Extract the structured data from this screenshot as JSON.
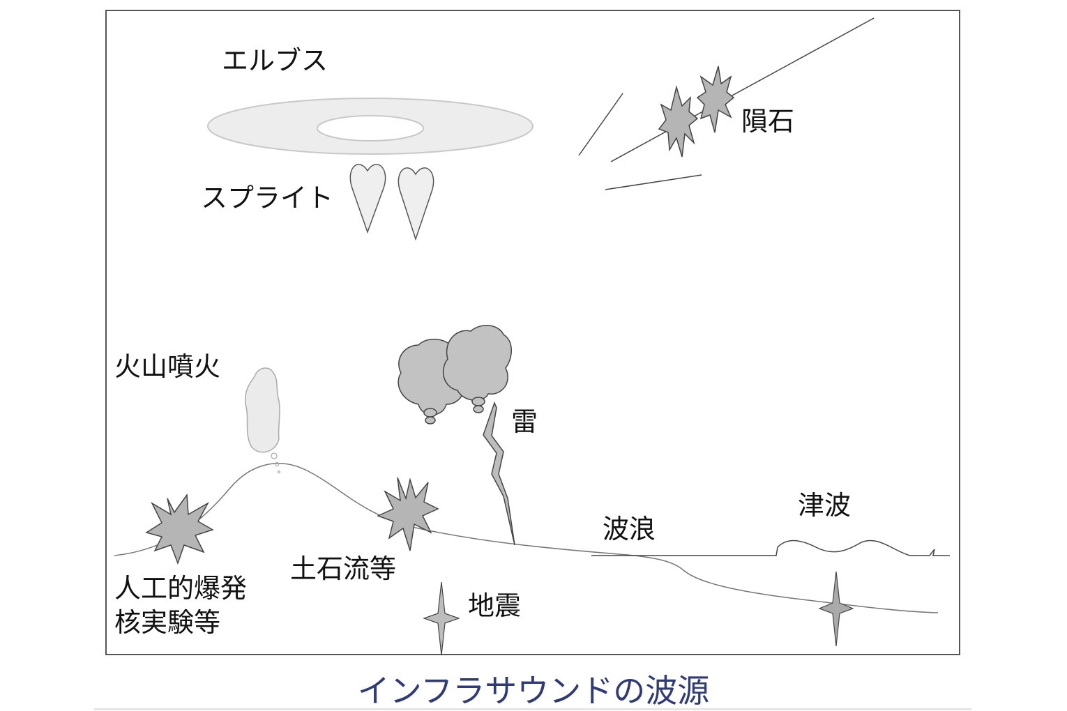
{
  "labels": {
    "elves": "エルブス",
    "sprite": "スプライト",
    "meteor": "隕石",
    "volcano": "火山噴火",
    "thunder": "雷",
    "tsunami": "津波",
    "ocean_waves": "波浪",
    "landslide": "土石流等",
    "explosion_line1": "人工的爆発",
    "explosion_line2": "核実験等",
    "earthquake": "地震"
  },
  "caption": "インフラサウンドの波源",
  "colors": {
    "frame": "#555555",
    "burst_fill": "#b9b9b9",
    "light_fill": "#eeeeee",
    "caption": "#2f3a7a"
  }
}
